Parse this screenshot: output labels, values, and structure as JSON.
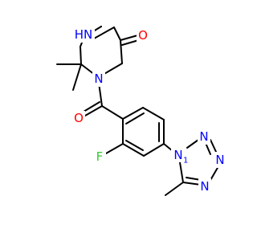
{
  "molecule": {
    "colors": {
      "bond": "#000000",
      "N": "#0000FF",
      "O": "#FF0000",
      "F": "#33CC33"
    },
    "atoms": {
      "nh_piperazine": {
        "symbol": "N",
        "text": "HN",
        "element": "N"
      },
      "o_carbonyl_ring": {
        "symbol": "O",
        "text": "O",
        "element": "O"
      },
      "n_amide": {
        "symbol": "N",
        "text": "N",
        "element": "N"
      },
      "o_amide": {
        "symbol": "O",
        "text": "O",
        "element": "O"
      },
      "f": {
        "symbol": "F",
        "text": "F",
        "element": "F"
      },
      "n1_tetrazole": {
        "symbol": "N",
        "text": "N",
        "element": "N"
      },
      "n2_tetrazole": {
        "symbol": "N",
        "text": "N",
        "element": "N"
      },
      "n3_tetrazole": {
        "symbol": "N",
        "text": "N",
        "element": "N"
      },
      "n4_tetrazole": {
        "symbol": "N",
        "text": "N",
        "element": "N"
      }
    }
  }
}
